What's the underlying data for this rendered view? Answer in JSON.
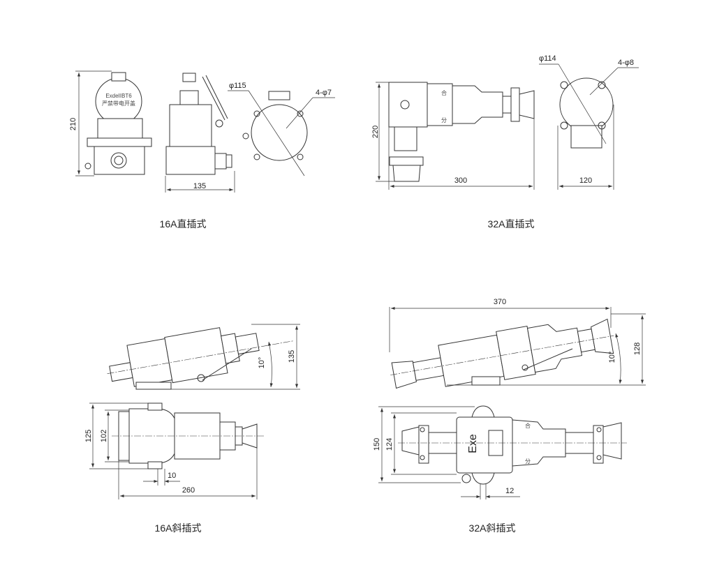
{
  "views": [
    {
      "caption": "16A直插式",
      "dims": {
        "height": "210",
        "width": "135",
        "circle": "φ115",
        "holes": "4-φ7"
      },
      "plate": {
        "line1": "ExdeIIBT6",
        "line2": "严禁带电开盖"
      }
    },
    {
      "caption": "32A直插式",
      "dims": {
        "height": "220",
        "width": "300",
        "circle": "φ114",
        "holes": "4-φ8",
        "side_width": "120"
      },
      "marks": {
        "on": "合",
        "off": "分"
      }
    },
    {
      "caption": "16A斜插式",
      "dims": {
        "height": "135",
        "angle": "10°",
        "outer": "125",
        "inner": "102",
        "offset": "10",
        "length": "260"
      }
    },
    {
      "caption": "32A斜插式",
      "dims": {
        "length": "370",
        "height": "128",
        "angle": "10°",
        "outer": "150",
        "inner": "124",
        "offset": "12"
      },
      "label": "Exe",
      "marks": {
        "on": "合",
        "off": "分"
      }
    }
  ]
}
